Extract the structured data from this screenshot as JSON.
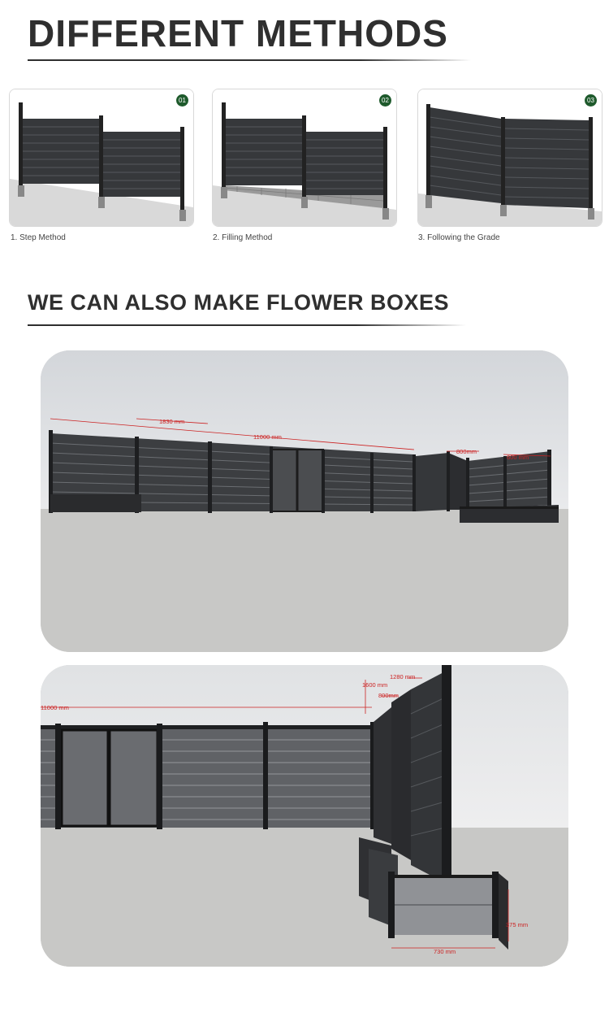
{
  "headings": {
    "methods": "DIFFERENT METHODS",
    "flower_boxes": "WE CAN ALSO MAKE FLOWER BOXES"
  },
  "methods": [
    {
      "number": "01",
      "caption": "1. Step Method"
    },
    {
      "number": "02",
      "caption": "2. Filling Method"
    },
    {
      "number": "03",
      "caption": "3. Following the Grade"
    }
  ],
  "panel1": {
    "dim_panel": "1830 mm",
    "dim_total": "11000 mm",
    "dim_box_a": "800mm",
    "dim_box_b": "600 mm"
  },
  "panel2": {
    "dim_total": "11000 mm",
    "dim_height_a": "1280 mm",
    "dim_height_b": "1600 mm",
    "dim_box_width": "800mm",
    "dim_box_height": "375 mm",
    "dim_box_length": "730 mm"
  },
  "colors": {
    "heading": "#2f2f2f",
    "fence_panel": "#333538",
    "post": "#1f2022",
    "badge": "#1e5a2c",
    "dimension": "#cc2222",
    "ground": "#c8c8c6"
  }
}
